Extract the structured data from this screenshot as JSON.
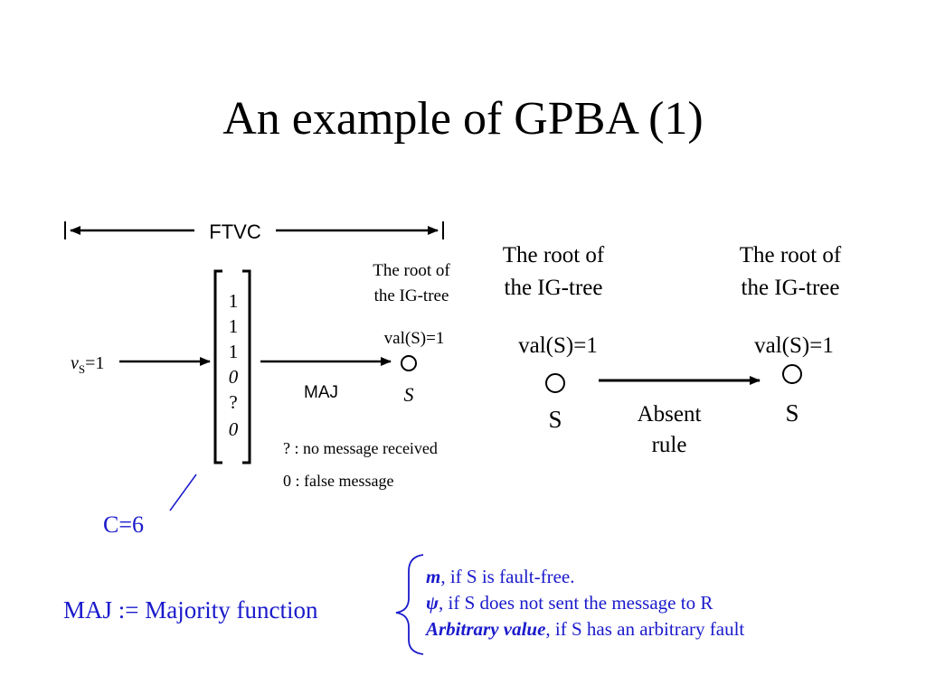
{
  "title": "An example of GPBA (1)",
  "left_diagram": {
    "ftvc_label": "FTVC",
    "input_label": "v",
    "input_sub": "S",
    "input_eq": "=1",
    "vector": [
      "1",
      "1",
      "1",
      "0",
      "?",
      "0"
    ],
    "maj_label": "MAJ",
    "root_line1": "The root of",
    "root_line2": "the IG-tree",
    "val_label": "val(S)=1",
    "node_label": "S",
    "legend_q": "? : no message received",
    "legend_0": "0 : false message"
  },
  "right_diagram": {
    "left_root_line1": "The root of",
    "left_root_line2": "the IG-tree",
    "left_val": "val(S)=1",
    "left_node": "S",
    "rule_line1": "Absent",
    "rule_line2": "rule",
    "right_root_line1": "The root of",
    "right_root_line2": "the IG-tree",
    "right_val": "val(S)=1",
    "right_node": "S"
  },
  "c_label": "C=6",
  "maj_def": "MAJ := Majority function",
  "cases": [
    {
      "term": "m",
      "rest": ", if S is fault-free."
    },
    {
      "term": "ψ",
      "rest": ", if S does not sent the message to R"
    },
    {
      "term": "Arbitrary value",
      "rest": ", if S has an arbitrary fault"
    }
  ],
  "colors": {
    "text": "#000000",
    "accent": "#1a1acc"
  }
}
